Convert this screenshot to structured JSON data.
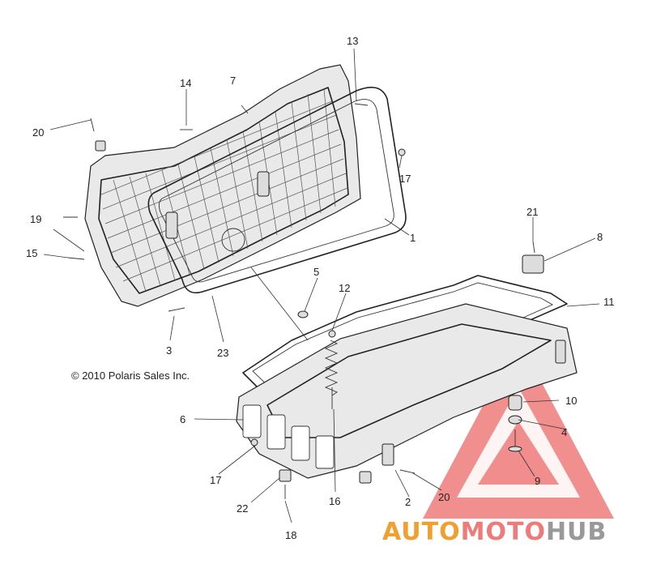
{
  "copyright": "© 2010 Polaris Sales Inc.",
  "watermark": {
    "part1": "AUTO",
    "part2": "MOTO",
    "part3": "HUB",
    "color_orange": "#f0a030",
    "color_red": "#ee7a7a",
    "color_gray": "#999999"
  },
  "labels": {
    "l1": "1",
    "l2": "2",
    "l3": "3",
    "l4": "4",
    "l5": "5",
    "l6": "6",
    "l7": "7",
    "l8": "8",
    "l9": "9",
    "l10": "10",
    "l11": "11",
    "l12": "12",
    "l13": "13",
    "l14": "14",
    "l15": "15",
    "l16": "16",
    "l17a": "17",
    "l17b": "17",
    "l18": "18",
    "l19": "19",
    "l20a": "20",
    "l20b": "20",
    "l21": "21",
    "l22": "22",
    "l23": "23"
  }
}
